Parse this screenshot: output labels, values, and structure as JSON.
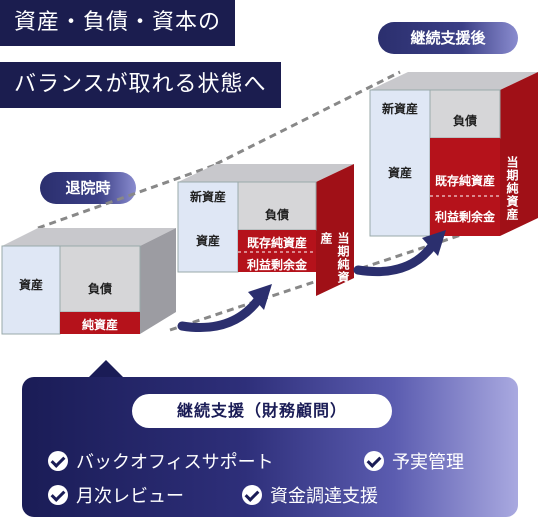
{
  "title": {
    "line1": "資産・負債・資本の",
    "line2": "バランスが取れる状態へ"
  },
  "labels": {
    "taiin": "退院時",
    "keizoku_go": "継続支援後"
  },
  "stage1": {
    "asset": "資産",
    "liability": "負債",
    "net": "純資産"
  },
  "stage2": {
    "new_asset": "新資産",
    "asset": "資産",
    "liability": "負債",
    "existing": "既存純資産",
    "retained": "利益剰余金",
    "current": "当期純資産"
  },
  "stage3": {
    "new_asset": "新資産",
    "asset": "資産",
    "liability": "負債",
    "existing": "既存純資産",
    "retained": "利益剰余金",
    "current": "当期純資産"
  },
  "panel": {
    "heading": "継続支援（財務顧問）",
    "items": [
      "バックオフィスサポート",
      "予実管理",
      "月次レビュー",
      "資金調達支援"
    ]
  },
  "colors": {
    "navy": "#1b1d4f",
    "red": "#b5121b",
    "blue_face": "#dfe7f5",
    "gray_face": "#d6d6d8"
  }
}
